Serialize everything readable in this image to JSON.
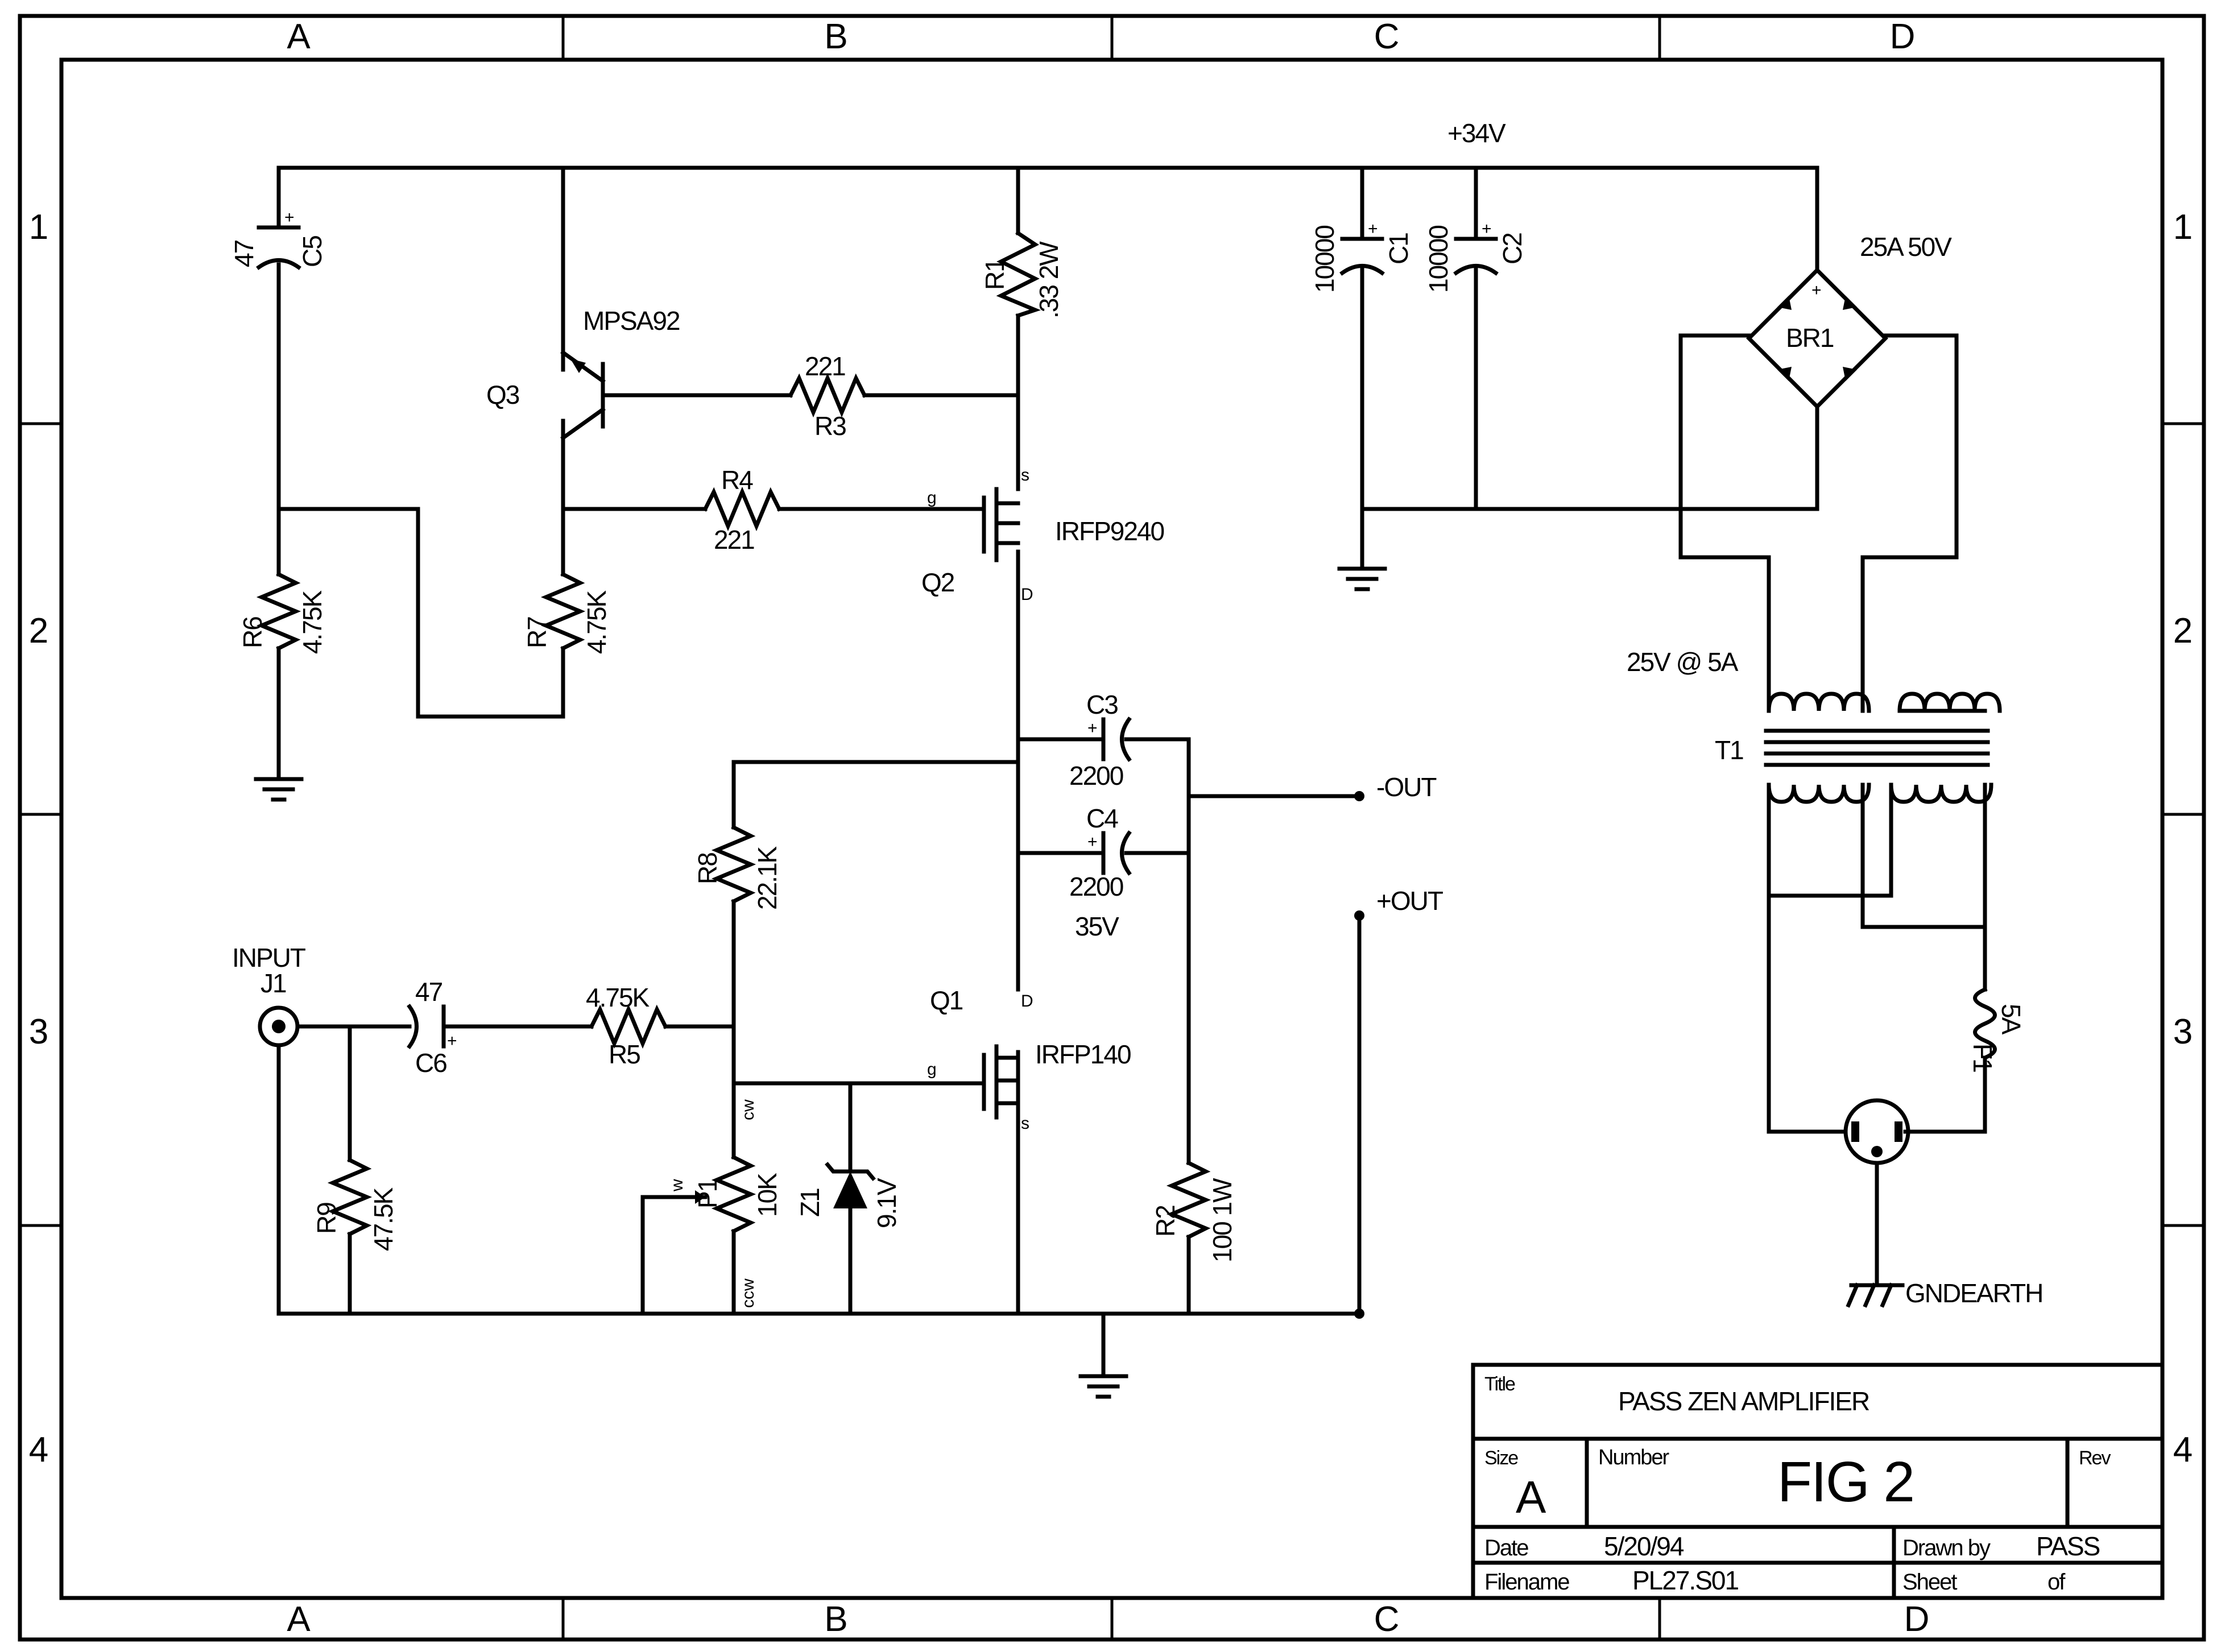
{
  "border": {
    "cols": [
      "A",
      "B",
      "C",
      "D"
    ],
    "rows": [
      "1",
      "2",
      "3",
      "4"
    ]
  },
  "rails": {
    "vplus": "+34V"
  },
  "components": {
    "c5": {
      "ref": "C5",
      "value": "47"
    },
    "r6": {
      "ref": "R6",
      "value": "4.75K"
    },
    "q3": {
      "ref": "Q3",
      "part": "MPSA92"
    },
    "r7": {
      "ref": "R7",
      "value": "4.75K"
    },
    "r3": {
      "ref": "R3",
      "value": "221"
    },
    "r4": {
      "ref": "R4",
      "value": "221"
    },
    "r1": {
      "ref": "R1",
      "value": ".33 2W"
    },
    "q2": {
      "ref": "Q2",
      "part": "IRFP9240",
      "s": "s",
      "g": "g",
      "d": "D"
    },
    "c1": {
      "ref": "C1",
      "value": "10000"
    },
    "c2": {
      "ref": "C2",
      "value": "10000"
    },
    "br1": {
      "ref": "BR1",
      "value": "25A 50V"
    },
    "c3": {
      "ref": "C3",
      "value": "2200"
    },
    "c4": {
      "ref": "C4",
      "value": "2200",
      "voltage": "35V"
    },
    "r8": {
      "ref": "R8",
      "value": "22.1K"
    },
    "j1": {
      "ref": "J1",
      "label": "INPUT"
    },
    "c6": {
      "ref": "C6",
      "value": "47"
    },
    "r5": {
      "ref": "R5",
      "value": "4.75K"
    },
    "q1": {
      "ref": "Q1",
      "part": "IRFP140",
      "d": "D",
      "g": "g",
      "s": "s"
    },
    "r9": {
      "ref": "R9",
      "value": "47.5K"
    },
    "p1": {
      "ref": "P1",
      "value": "10K",
      "pin_top": "cw",
      "pin_w": "w",
      "pin_bot": "ccw"
    },
    "z1": {
      "ref": "Z1",
      "value": "9.1V"
    },
    "r2": {
      "ref": "R2",
      "value": "100 1W"
    },
    "t1": {
      "ref": "T1",
      "value": "25V @ 5A"
    },
    "f1": {
      "ref": "F1",
      "value": "5A"
    }
  },
  "outputs": {
    "neg": "-OUT",
    "pos": "+OUT"
  },
  "earth": "GNDEARTH",
  "title_block": {
    "title_label": "Title",
    "title": "PASS ZEN AMPLIFIER",
    "size_label": "Size",
    "size": "A",
    "number_label": "Number",
    "number": "FIG 2",
    "rev_label": "Rev",
    "date_label": "Date",
    "date": "5/20/94",
    "drawn_label": "Drawn by",
    "drawn": "PASS",
    "filename_label": "Filename",
    "filename": "PL27.S01",
    "sheet_label": "Sheet",
    "sheet_of": "of"
  }
}
